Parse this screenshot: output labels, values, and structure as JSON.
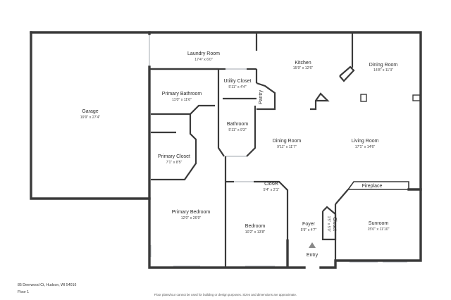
{
  "rooms": [
    {
      "name": "Garage",
      "dims": "19'9\" x 27'4\""
    },
    {
      "name": "Laundry Room",
      "dims": "17'4\" x 6'0\""
    },
    {
      "name": "Kitchen",
      "dims": "15'9\" x 12'6\""
    },
    {
      "name": "Dining Room",
      "dims": "14'8\" x 11'3\""
    },
    {
      "name": "Primary Bathroom",
      "dims": "11'0\" x 11'6\""
    },
    {
      "name": "Utility Closet",
      "dims": "5'11\" x 4'4\""
    },
    {
      "name": "Pantry",
      "dims": ""
    },
    {
      "name": "Bathroom",
      "dims": "5'11\" x 9'3\""
    },
    {
      "name": "Dining Room",
      "dims": "9'11\" x 11'7\""
    },
    {
      "name": "Living Room",
      "dims": "17'1\" x 14'6\""
    },
    {
      "name": "Primary Closet",
      "dims": "7'1\" x 8'5\""
    },
    {
      "name": "Closet",
      "dims": "5'4\" x 2'1\""
    },
    {
      "name": "Fireplace",
      "dims": ""
    },
    {
      "name": "Primary Bedroom",
      "dims": "12'0\" x 26'9\""
    },
    {
      "name": "Bedroom",
      "dims": "10'2\" x 13'8\""
    },
    {
      "name": "Foyer",
      "dims": "5'9\" x 4'7\""
    },
    {
      "name": "Closet",
      "dims": "1'5\" x 5'0\""
    },
    {
      "name": "Sunroom",
      "dims": "15'0\" x 11'10\""
    }
  ],
  "entry_label": "Entry",
  "address": "85 Deerwood Ct, Hudson, WI 54016",
  "floor_label": "Floor 1",
  "disclaimer": "Floor plans/tour cannot be used for building or design purposes. Sizes and dimensions are approximate."
}
